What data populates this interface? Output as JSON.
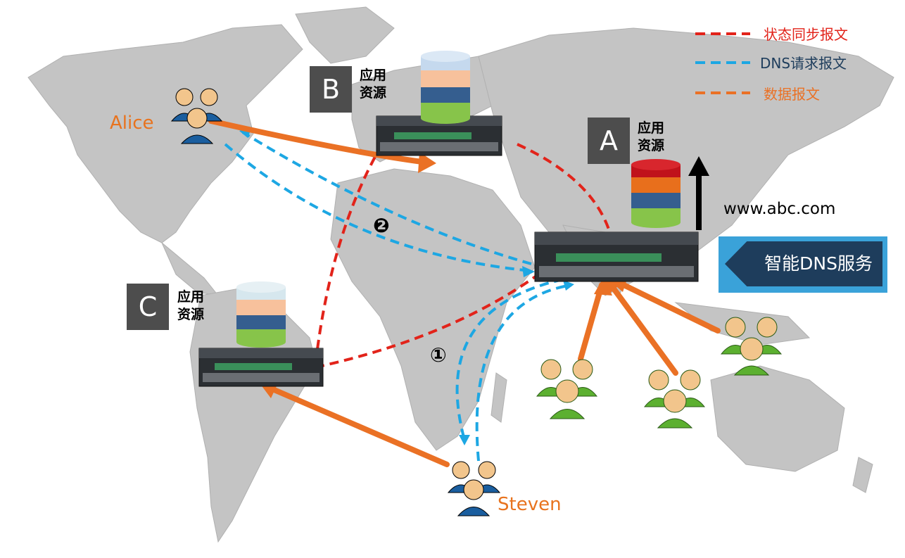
{
  "legend": [
    {
      "label": "状态同步报文",
      "color": "#e2231a"
    },
    {
      "label": "DNS请求报文",
      "color": "#1da7e3"
    },
    {
      "label": "数据报文",
      "color": "#ea7125"
    }
  ],
  "sites": [
    {
      "letter": "A",
      "text": "应用资源",
      "line1": "应用",
      "line2": "资源"
    },
    {
      "letter": "B",
      "text": "应用资源",
      "line1": "应用",
      "line2": "资源"
    },
    {
      "letter": "C",
      "text": "应用资源",
      "line1": "应用",
      "line2": "资源"
    }
  ],
  "users": {
    "alice": "Alice",
    "steven": "Steven"
  },
  "domain": "www.abc.com",
  "dns_service": "智能DNS服务",
  "steps": {
    "one": "①",
    "two": "❷"
  },
  "colors": {
    "red": "#e2231a",
    "blue": "#1da7e3",
    "orange": "#ea7125",
    "map": "#c3c3c3",
    "box": "#4d4d4d",
    "badge": "#1e3d5c"
  }
}
